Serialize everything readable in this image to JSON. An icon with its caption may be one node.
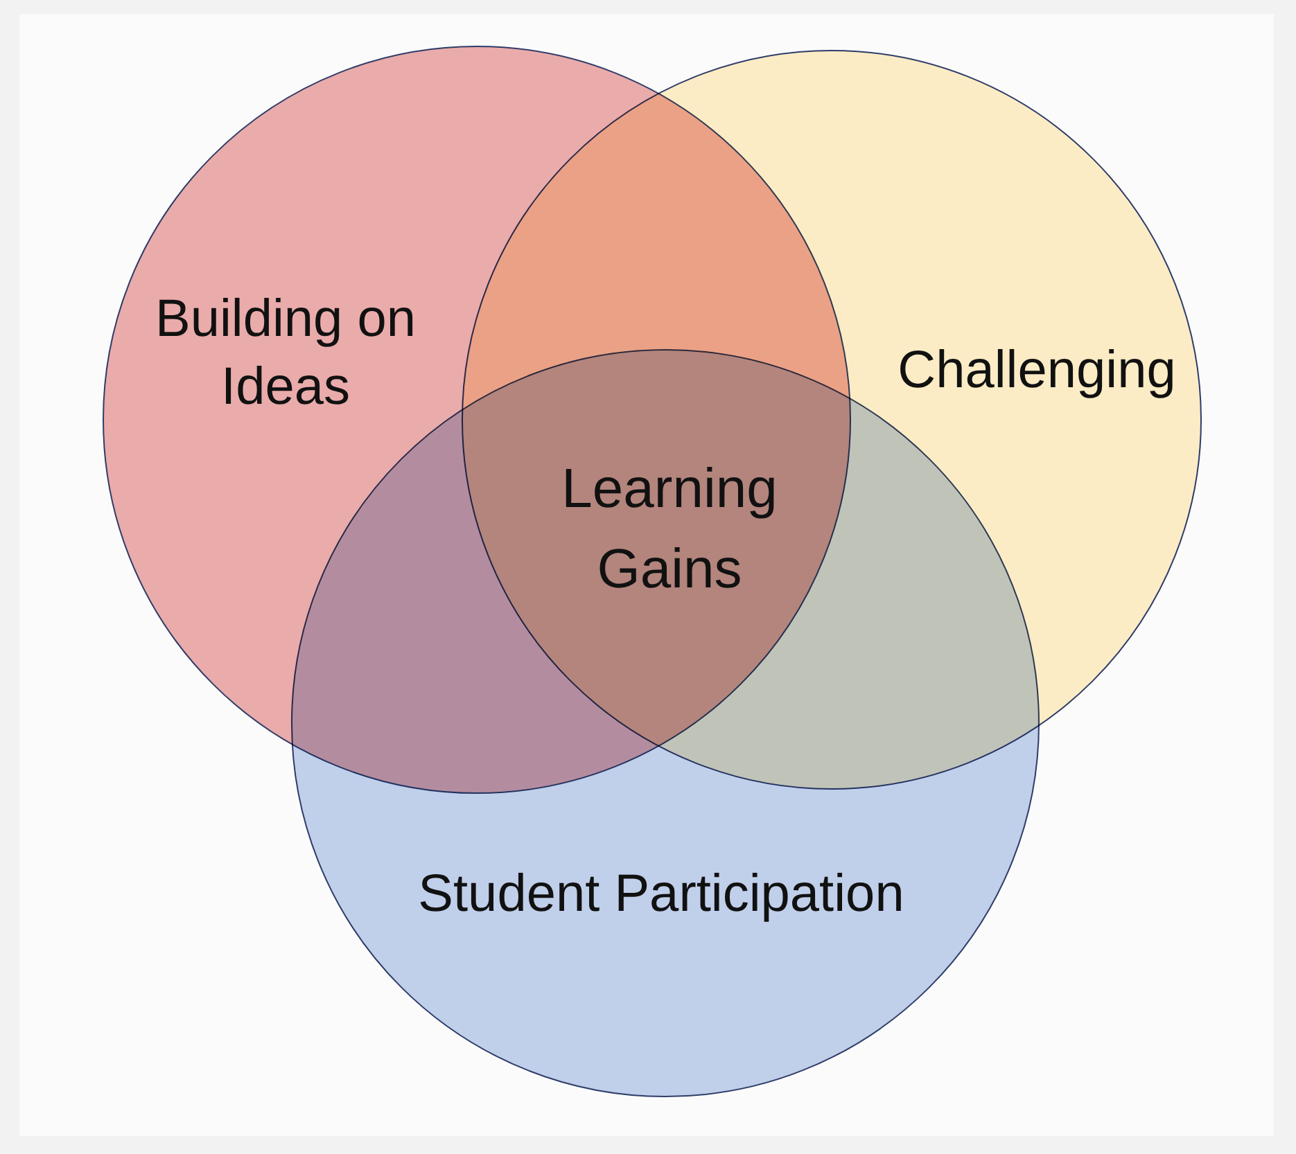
{
  "diagram": {
    "nodes": [
      {
        "text": [
          "Building on Ideas"
        ]
      },
      {
        "text": [
          "Challenging"
        ]
      },
      {
        "text": [
          "Student Participation"
        ]
      }
    ],
    "labels": [
      "Learning Gains"
    ]
  }
}
